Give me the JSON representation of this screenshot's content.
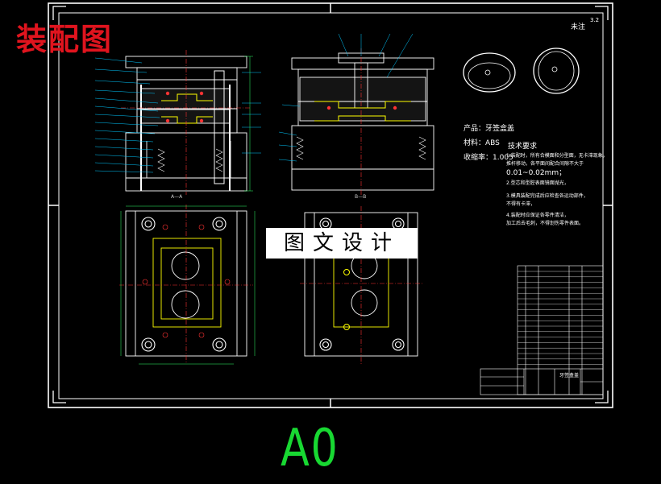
{
  "overlay_title": "装配图",
  "watermark": "图文设计",
  "size_label": "A0",
  "surface_note": "未注",
  "roughness_value": "3.2",
  "product": {
    "name_line": "产品：牙签盒盖",
    "material_line": "材料：ABS",
    "shrink_line": "收缩率：1.005"
  },
  "tech_requirements": {
    "heading": "技术要求",
    "lines": [
      "1.装配时，所有合模面和分型面，无卡滞现象，",
      "推杆移动，各平面间配合间隙不大于",
      "0.01~0.02mm；",
      "2.型芯和型腔表面镜面抛光，",
      "3.模具装配完成后应检查各运动部件，",
      "不得有卡滞，",
      "4.装配时应保证各零件清洁，",
      "加工后去毛刺，不得划伤零件表面。"
    ]
  },
  "section_labels": {
    "a": "A—A",
    "b": "B—B"
  },
  "title_block": {
    "part_name": "牙签盒盖"
  },
  "colors": {
    "background": "#000000",
    "line": "#ffffff",
    "part": "#ffff00",
    "center": "#ff3333",
    "dim": "#33ff66",
    "leader": "#00c8ff",
    "accent_red": "#e0141e",
    "accent_green": "#18d832"
  }
}
